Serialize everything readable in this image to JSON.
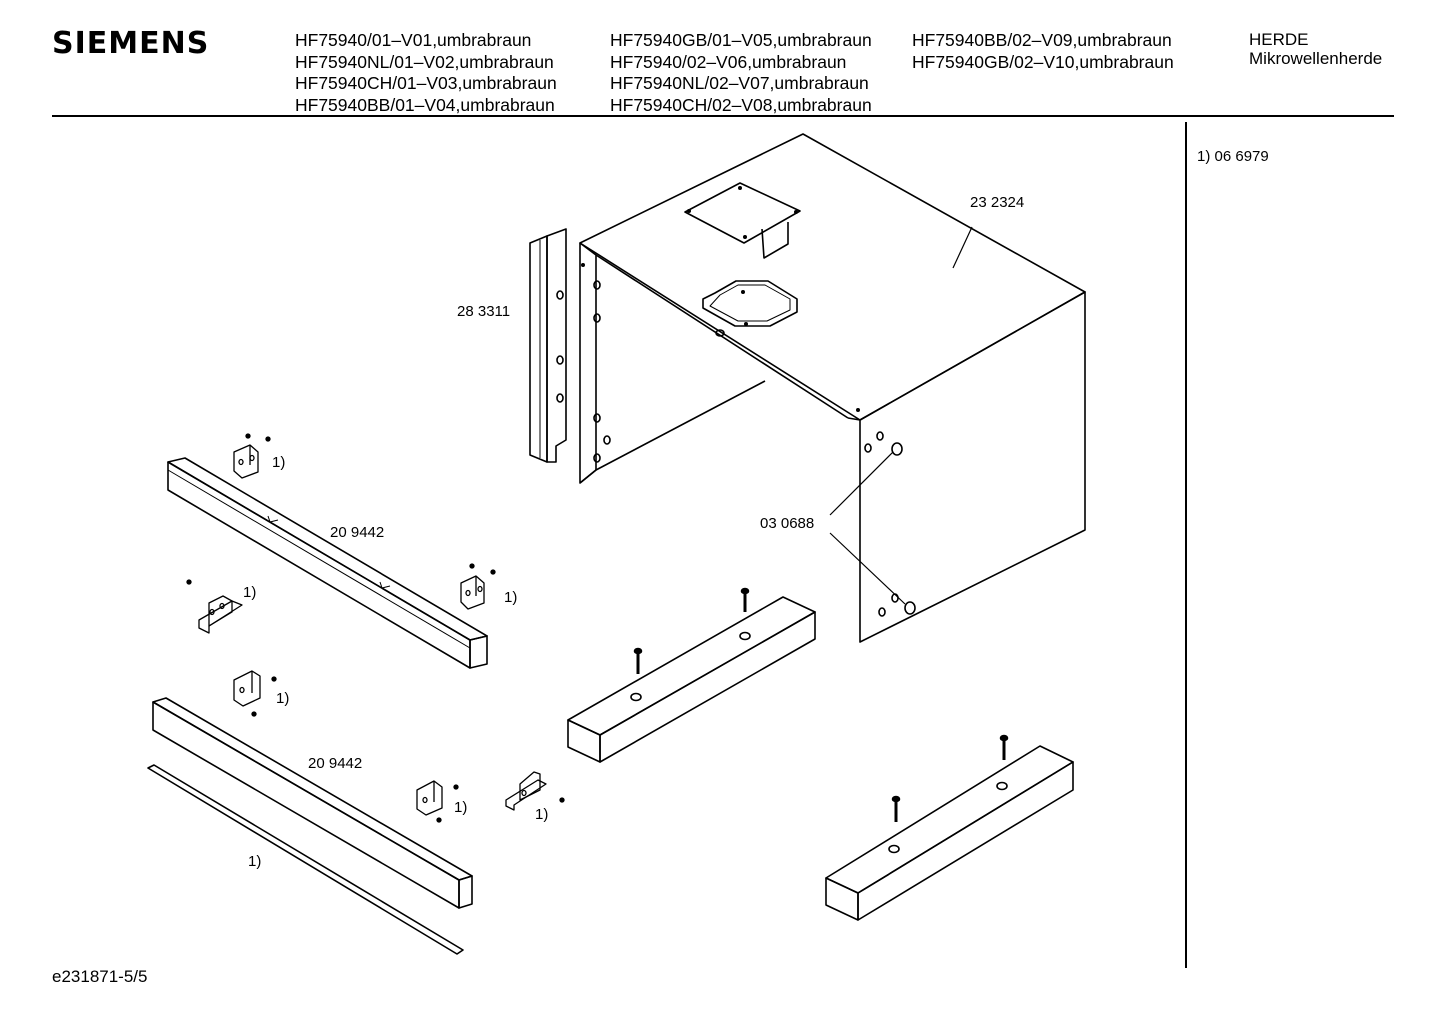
{
  "header": {
    "brand": "SIEMENS",
    "models_col1": [
      "HF75940/01–V01,umbrabraun",
      "HF75940NL/01–V02,umbrabraun",
      "HF75940CH/01–V03,umbrabraun",
      "HF75940BB/01–V04,umbrabraun"
    ],
    "models_col2": [
      "HF75940GB/01–V05,umbrabraun",
      "HF75940/02–V06,umbrabraun",
      "HF75940NL/02–V07,umbrabraun",
      "HF75940CH/02–V08,umbrabraun"
    ],
    "models_col3": [
      "HF75940BB/02–V09,umbrabraun",
      "HF75940GB/02–V10,umbrabraun"
    ],
    "category": [
      "HERDE",
      "Mikrowellenherde"
    ]
  },
  "footnote": "1)  06 6979",
  "part_labels": {
    "housing": "23 2324",
    "side_rail": "28 3311",
    "trim_upper": "20 9442",
    "trim_lower": "20 9442",
    "grommet": "03 0688",
    "note_ref": "1)"
  },
  "doc_id": "e231871-5/5",
  "colors": {
    "line": "#000000",
    "background": "#ffffff"
  }
}
